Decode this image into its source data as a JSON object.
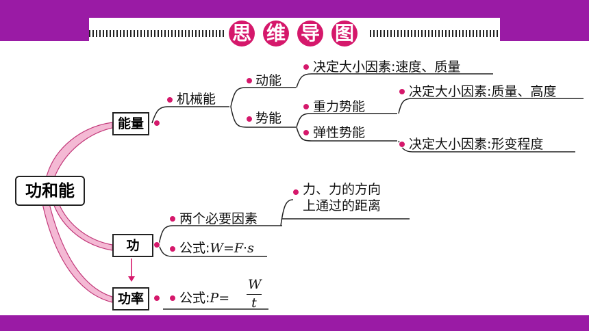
{
  "title": {
    "chars": [
      "思",
      "维",
      "导",
      "图"
    ]
  },
  "root": "功和能",
  "energy": {
    "label": "能量",
    "mechanical": "机械能",
    "kinetic": {
      "label": "动能",
      "factor": "决定大小因素:速度、质量"
    },
    "potential": {
      "label": "势能",
      "gravity": {
        "label": "重力势能",
        "factor": "决定大小因素:质量、高度"
      },
      "elastic": {
        "label": "弹性势能",
        "factor": "决定大小因素:形变程度"
      }
    }
  },
  "work": {
    "label": "功",
    "factors_label": "两个必要因素",
    "factors_line1": "力、力的方向",
    "factors_line2": "上通过的距离",
    "formula_prefix": "公式:",
    "formula_W": "W",
    "formula_eq": "=",
    "formula_F": "F",
    "formula_dot": "·",
    "formula_s": "s"
  },
  "power": {
    "label": "功率",
    "formula_prefix": "公式:",
    "formula_P": "P",
    "formula_eq": "=",
    "formula_num": "W",
    "formula_den": "t"
  },
  "colors": {
    "band": "#9a1ba5",
    "accent": "#d5186b",
    "branch": "#f4b9d4"
  }
}
